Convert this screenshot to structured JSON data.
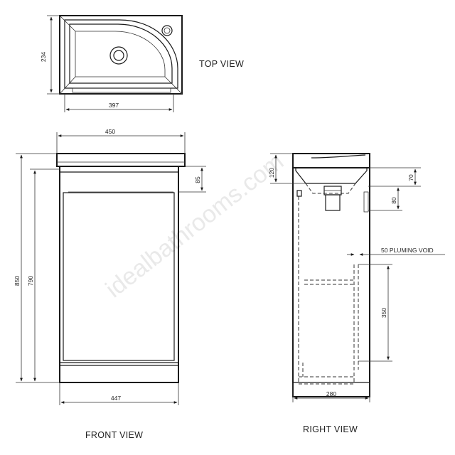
{
  "views": {
    "top": "TOP VIEW",
    "front": "FRONT VIEW",
    "right": "RIGHT VIEW"
  },
  "dimensions": {
    "top_depth": "234",
    "top_width": "397",
    "overall_width": "450",
    "overall_height": "850",
    "cabinet_height": "790",
    "basin_height": "85",
    "base_width": "447",
    "side_basin_height": "120",
    "side_depth": "280",
    "waste_a": "70",
    "waste_b": "80",
    "void_label": "50 PLUMING VOID",
    "void_height": "350"
  },
  "watermark": "idealbathrooms.com",
  "colors": {
    "line": "#1a1a1a",
    "watermark": "#d8d8d8"
  }
}
